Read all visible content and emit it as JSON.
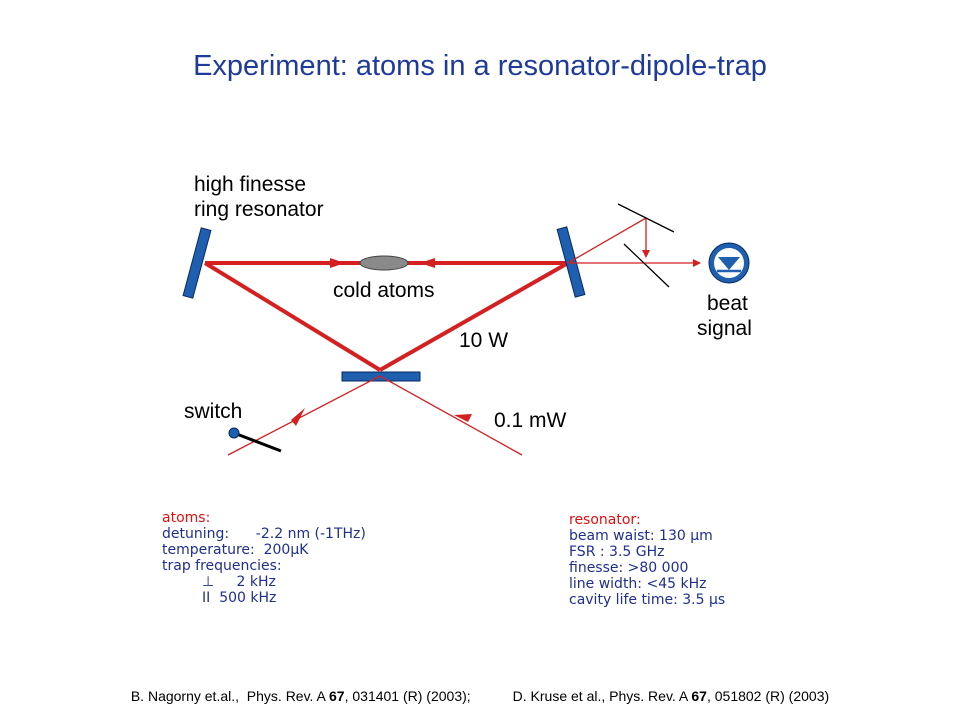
{
  "title": "Experiment: atoms in a resonator-dipole-trap",
  "diagram": {
    "resonator_label_line1": "high finesse",
    "resonator_label_line2": "ring resonator",
    "cold_atoms_label": "cold atoms",
    "power_label": "10 W",
    "beat_label_line1": "beat",
    "beat_label_line2": "signal",
    "switch_label": "switch",
    "probe_power_label": "0.1 mW",
    "colors": {
      "beam": "#d42020",
      "mirror": "#1e5fb0",
      "title": "#1f3b9a",
      "atoms": "#888888"
    },
    "icons": [
      "photodiode-icon",
      "switch-icon"
    ]
  },
  "atoms_panel": {
    "heading": "atoms:",
    "detuning": "detuning:      -2.2 nm (-1THz)",
    "temperature": "temperature:  200μK",
    "trap_frequencies": "trap frequencies:",
    "perp": "         ⊥     2 kHz",
    "parallel": "         II  500 kHz"
  },
  "resonator_panel": {
    "heading": "resonator:",
    "beam_waist": "beam waist: 130 μm",
    "fsr": "FSR : 3.5 GHz",
    "finesse": "finesse: >80 000",
    "line_width": "line width: <45 kHz",
    "lifetime": "cavity life time: 3.5 μs"
  },
  "references": {
    "ref1_prefix": "B. Nagorny et.al.,  Phys. Rev. A ",
    "ref1_volume": "67",
    "ref1_suffix": ", 031401 (R) (2003);",
    "ref2_prefix": "D. Kruse et al., Phys. Rev. A ",
    "ref2_volume": "67",
    "ref2_suffix": ", 051802 (R) (2003)"
  }
}
